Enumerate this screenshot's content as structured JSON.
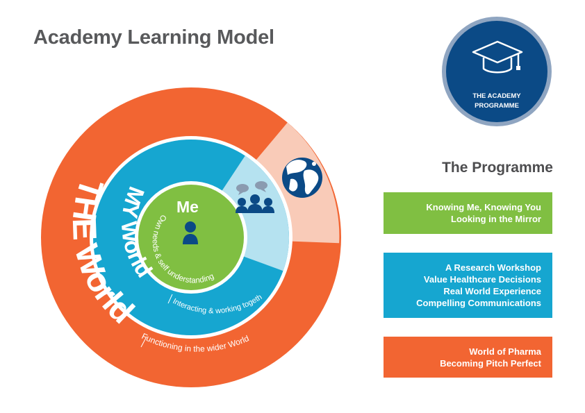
{
  "title": "Academy Learning Model",
  "badge": {
    "line1": "THE ACADEMY",
    "line2": "PROGRAMME",
    "icon": "graduation-cap-icon",
    "color": "#0b4a86"
  },
  "rings": {
    "outer": {
      "title": "THE World",
      "subtitle": "Functioning in the wider World",
      "color": "#f26532",
      "light_color": "#f9cbb8"
    },
    "middle": {
      "title": "MY World",
      "subtitle": "Interacting & working together",
      "color": "#16a6d0",
      "light_color": "#b5e2f0"
    },
    "inner": {
      "title": "Me",
      "subtitle": "Own needs & self understanding",
      "color": "#80bf42"
    }
  },
  "icons": {
    "inner": "person-icon",
    "middle": "group-chat-icon",
    "outer": "globe-icon"
  },
  "programme": {
    "heading": "The Programme",
    "groups": [
      {
        "color": "#80bf42",
        "items": [
          "Knowing Me, Knowing You",
          "Looking in the Mirror"
        ]
      },
      {
        "color": "#16a6d0",
        "items": [
          "A Research Workshop",
          "Value Healthcare Decisions",
          "Real World Experience",
          "Compelling Communications"
        ]
      },
      {
        "color": "#f26532",
        "items": [
          "World of Pharma",
          "Becoming Pitch Perfect"
        ]
      }
    ]
  }
}
